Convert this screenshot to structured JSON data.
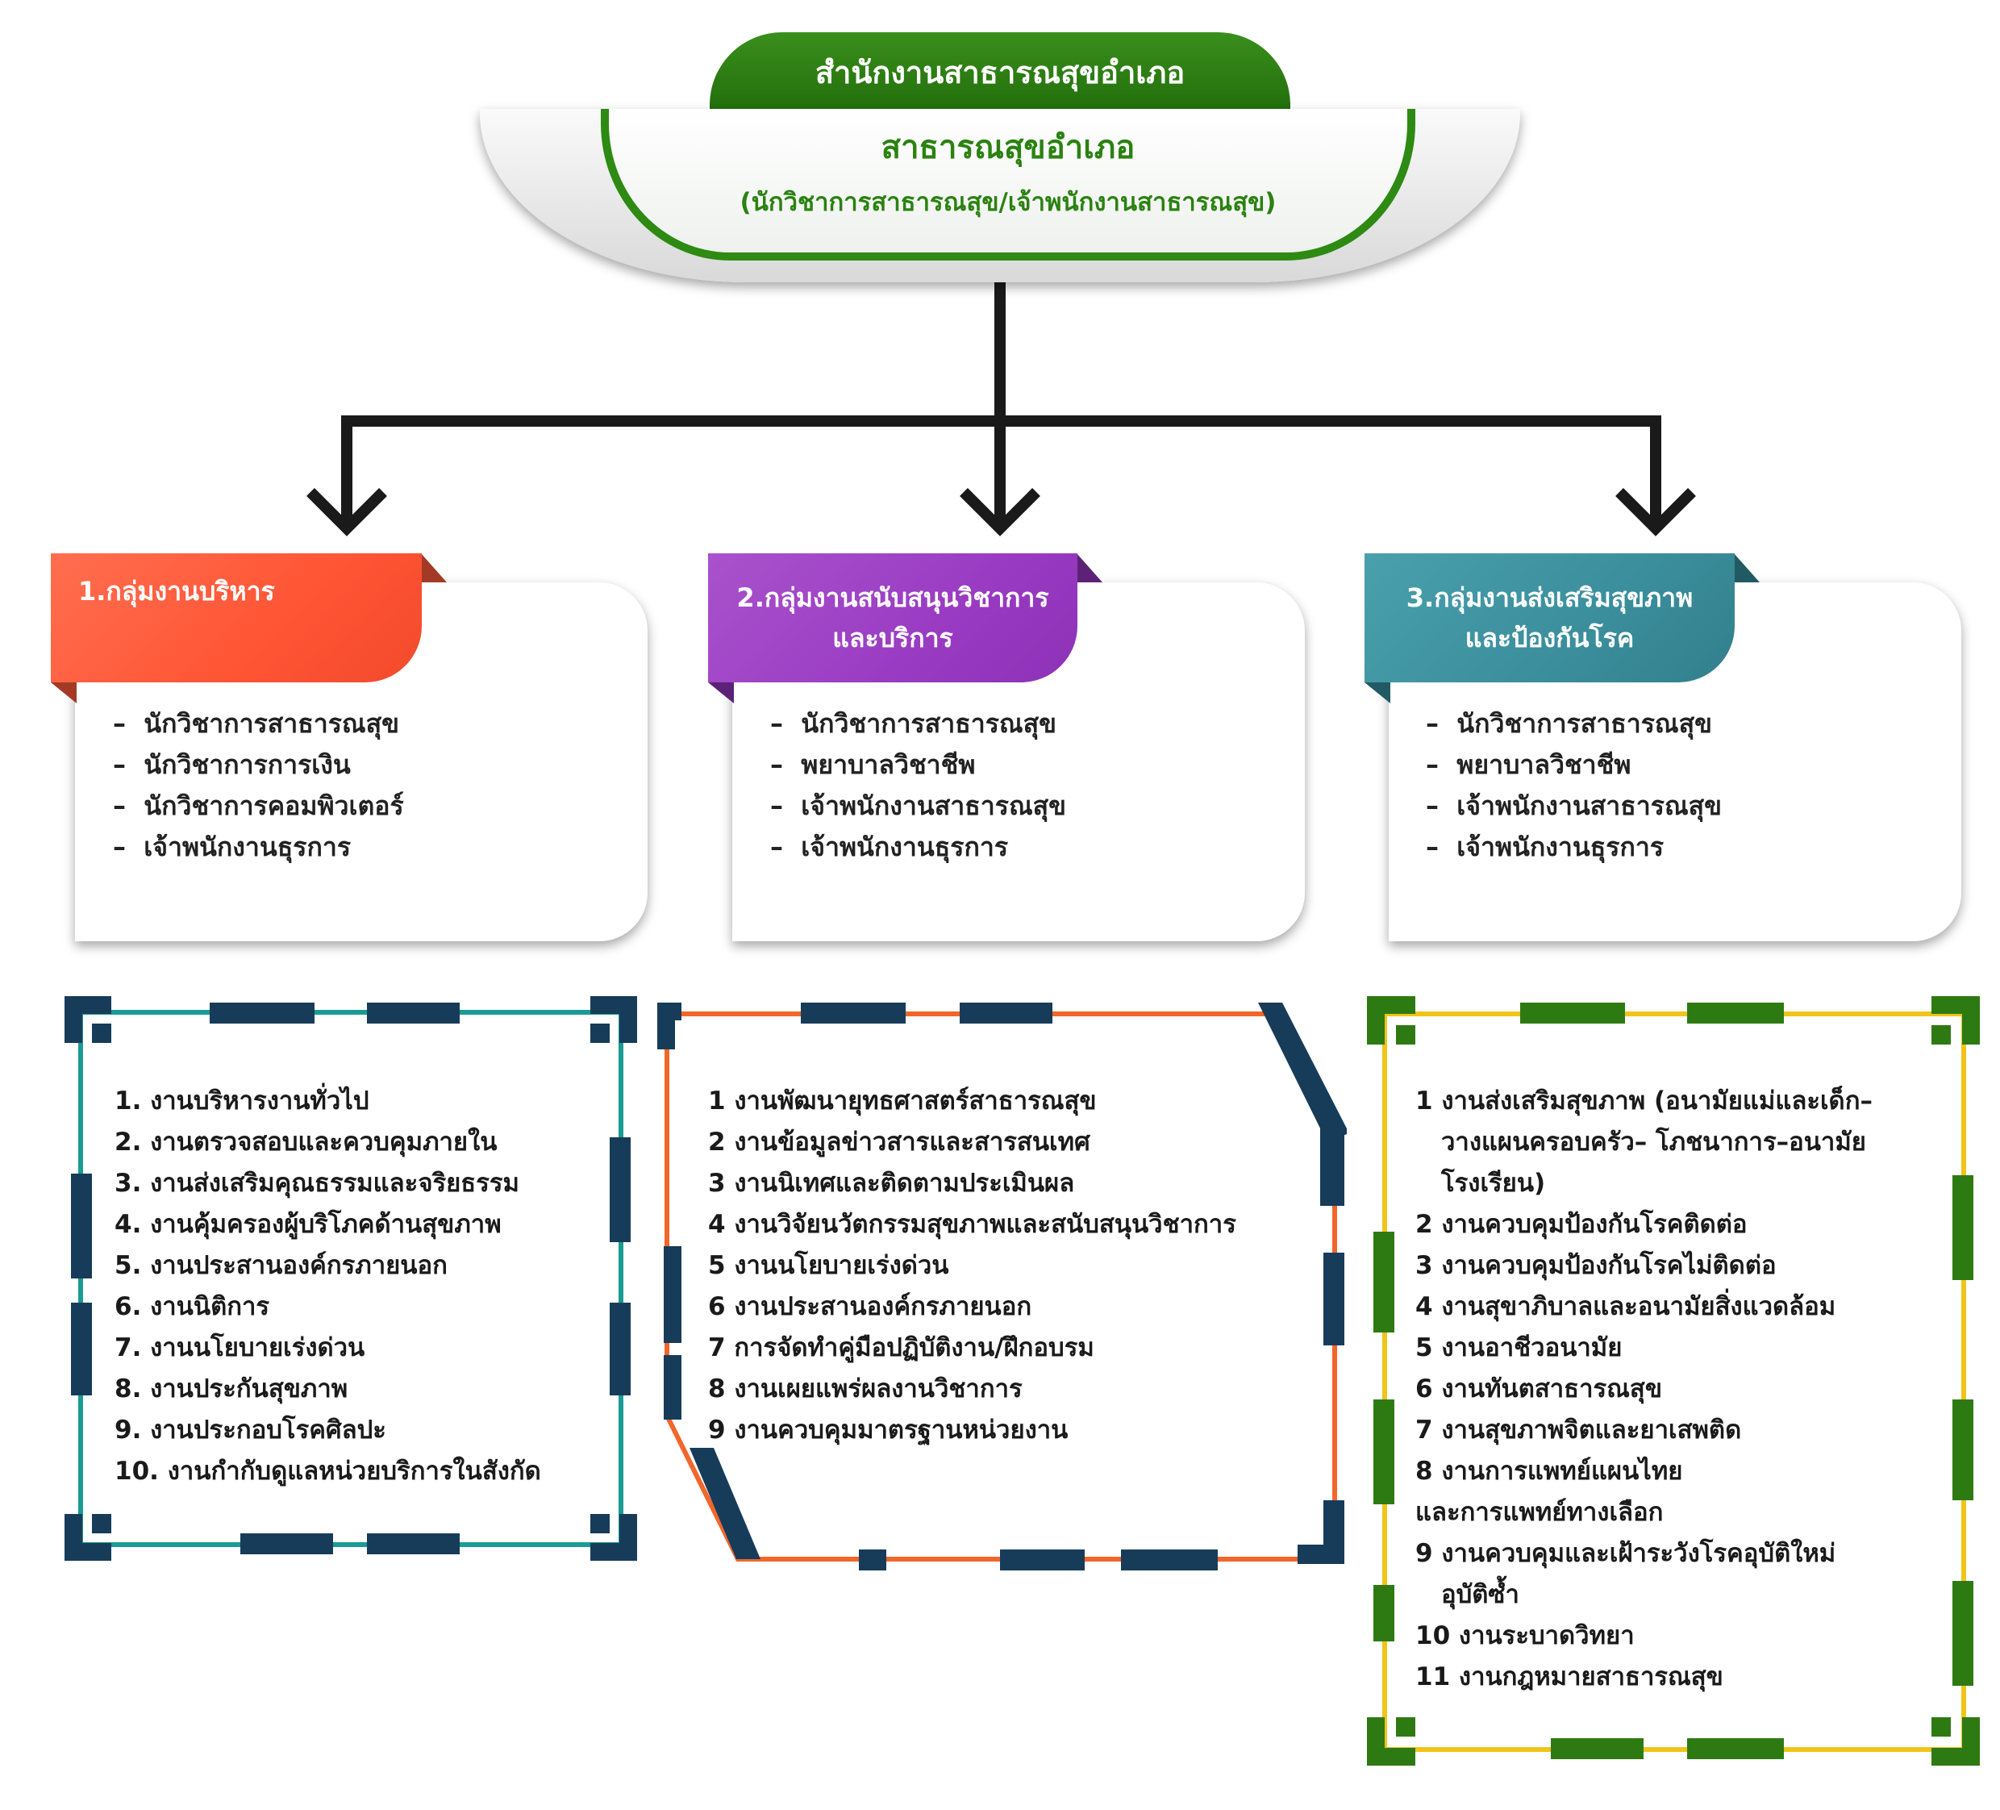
{
  "header": {
    "tab": "สำนักงานสาธารณสุขอำเภอ",
    "title": "สาธารณสุขอำเภอ",
    "subtitle": "(นักวิชาการสาธารณสุข/เจ้าพนักงานสาธารณสุข)"
  },
  "groups": [
    {
      "title": "1.กลุ่มงานบริหาร",
      "color": "#ff5a3c",
      "roles": [
        "นักวิชาการสาธารณสุข",
        "นักวิชาการการเงิน",
        "นักวิชาการคอมพิวเตอร์",
        "เจ้าพนักงานธุรการ"
      ],
      "tasks": [
        "1. งานบริหารงานทั่วไป",
        "2. งานตรวจสอบและควบคุมภายใน",
        "3. งานส่งเสริมคุณธรรมและจริยธรรม",
        "4. งานคุ้มครองผู้บริโภคด้านสุขภาพ",
        "5. งานประสานองค์กรภายนอก",
        "6. งานนิติการ",
        "7. งานนโยบายเร่งด่วน",
        "8. งานประกันสุขภาพ",
        "9. งานประกอบโรคศิลปะ",
        "10. งานกำกับดูแลหน่วยบริการในสังกัด"
      ]
    },
    {
      "title": "2.กลุ่มงานสนับสนุนวิชาการ และบริการ",
      "title_line1": "2.กลุ่มงานสนับสนุนวิชาการ",
      "title_line2": "และบริการ",
      "color": "#9b3fc4",
      "roles": [
        "นักวิชาการสาธารณสุข",
        "พยาบาลวิชาชีพ",
        "เจ้าพนักงานสาธารณสุข",
        "เจ้าพนักงานธุรการ"
      ],
      "tasks": [
        "1 งานพัฒนายุทธศาสตร์สาธารณสุข",
        "2 งานข้อมูลข่าวสารและสารสนเทศ",
        "3 งานนิเทศและติดตามประเมินผล",
        "4 งานวิจัยนวัตกรรมสุขภาพและสนับสนุนวิชาการ",
        "5 งานนโยบายเร่งด่วน",
        "6 งานประสานองค์กรภายนอก",
        "7 การจัดทำคู่มือปฏิบัติงาน/ฝึกอบรม",
        "8 งานเผยแพร่ผลงานวิชาการ",
        "9 งานควบคุมมาตรฐานหน่วยงาน"
      ]
    },
    {
      "title_line1": "3.กลุ่มงานส่งเสริมสุขภาพ",
      "title_line2": "และป้องกันโรค",
      "color": "#3b8e9c",
      "roles": [
        "นักวิชาการสาธารณสุข",
        "พยาบาลวิชาชีพ",
        "เจ้าพนักงานสาธารณสุข",
        "เจ้าพนักงานธุรการ"
      ],
      "tasks": [
        "1 งานส่งเสริมสุขภาพ (อนามัยแม่และเด็ก–",
        "วางแผนครอบครัว– โภชนาการ–อนามัย",
        "โรงเรียน)",
        "2 งานควบคุมป้องกันโรคติดต่อ",
        "3 งานควบคุมป้องกันโรคไม่ติดต่อ",
        "4 งานสุขาภิบาลและอนามัยสิ่งแวดล้อม",
        "5 งานอาชีวอนามัย",
        "6 งานทันตสาธารณสุข",
        "7 งานสุขภาพจิตและยาเสพติด",
        "8 งานการแพทย์แผนไทย",
        "และการแพทย์ทางเลือก",
        "9 งานควบคุมและเฝ้าระวังโรคอุบัติใหม่",
        "อุบัติซ้ำ",
        "10 งานระบาดวิทยา",
        "11 งานกฎหมายสาธารณสุข"
      ]
    }
  ]
}
